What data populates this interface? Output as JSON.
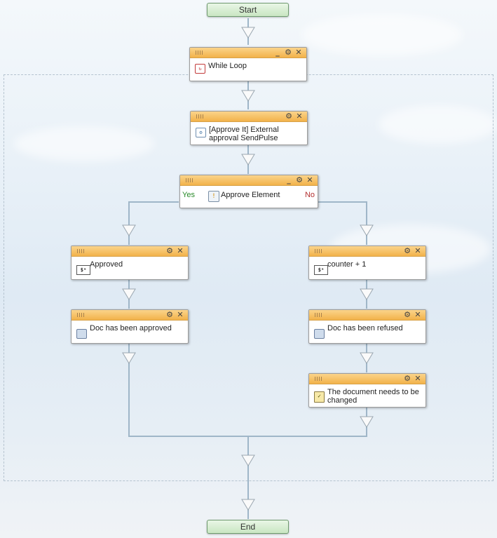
{
  "start": {
    "label": "Start"
  },
  "end": {
    "label": "End"
  },
  "blocks": {
    "while_loop": {
      "label": "While Loop",
      "icon": "loop-icon"
    },
    "approve_it": {
      "label_line1": "[Approve It] External",
      "label_line2": "approval SendPulse",
      "icon": "gear-box-icon"
    },
    "approve_element": {
      "label": "Approve Element",
      "yes": "Yes",
      "no": "No",
      "icon": "decision-icon"
    },
    "approved": {
      "label": "Approved",
      "icon": "variable-icon"
    },
    "counter": {
      "label": "counter + 1",
      "icon": "variable-icon"
    },
    "doc_approved": {
      "label": "Doc has been approved",
      "icon": "message-icon"
    },
    "doc_refused": {
      "label": "Doc has been refused",
      "icon": "message-icon"
    },
    "doc_changed": {
      "label_line1": "The document needs to be",
      "label_line2": "changed",
      "icon": "clipboard-icon"
    }
  },
  "controls": {
    "minimize": "_",
    "settings": "⚙",
    "close": "✕"
  },
  "colors": {
    "connector": "#9fb6c8",
    "header": "#f2b24a",
    "start_end": "#c9e6c2"
  }
}
